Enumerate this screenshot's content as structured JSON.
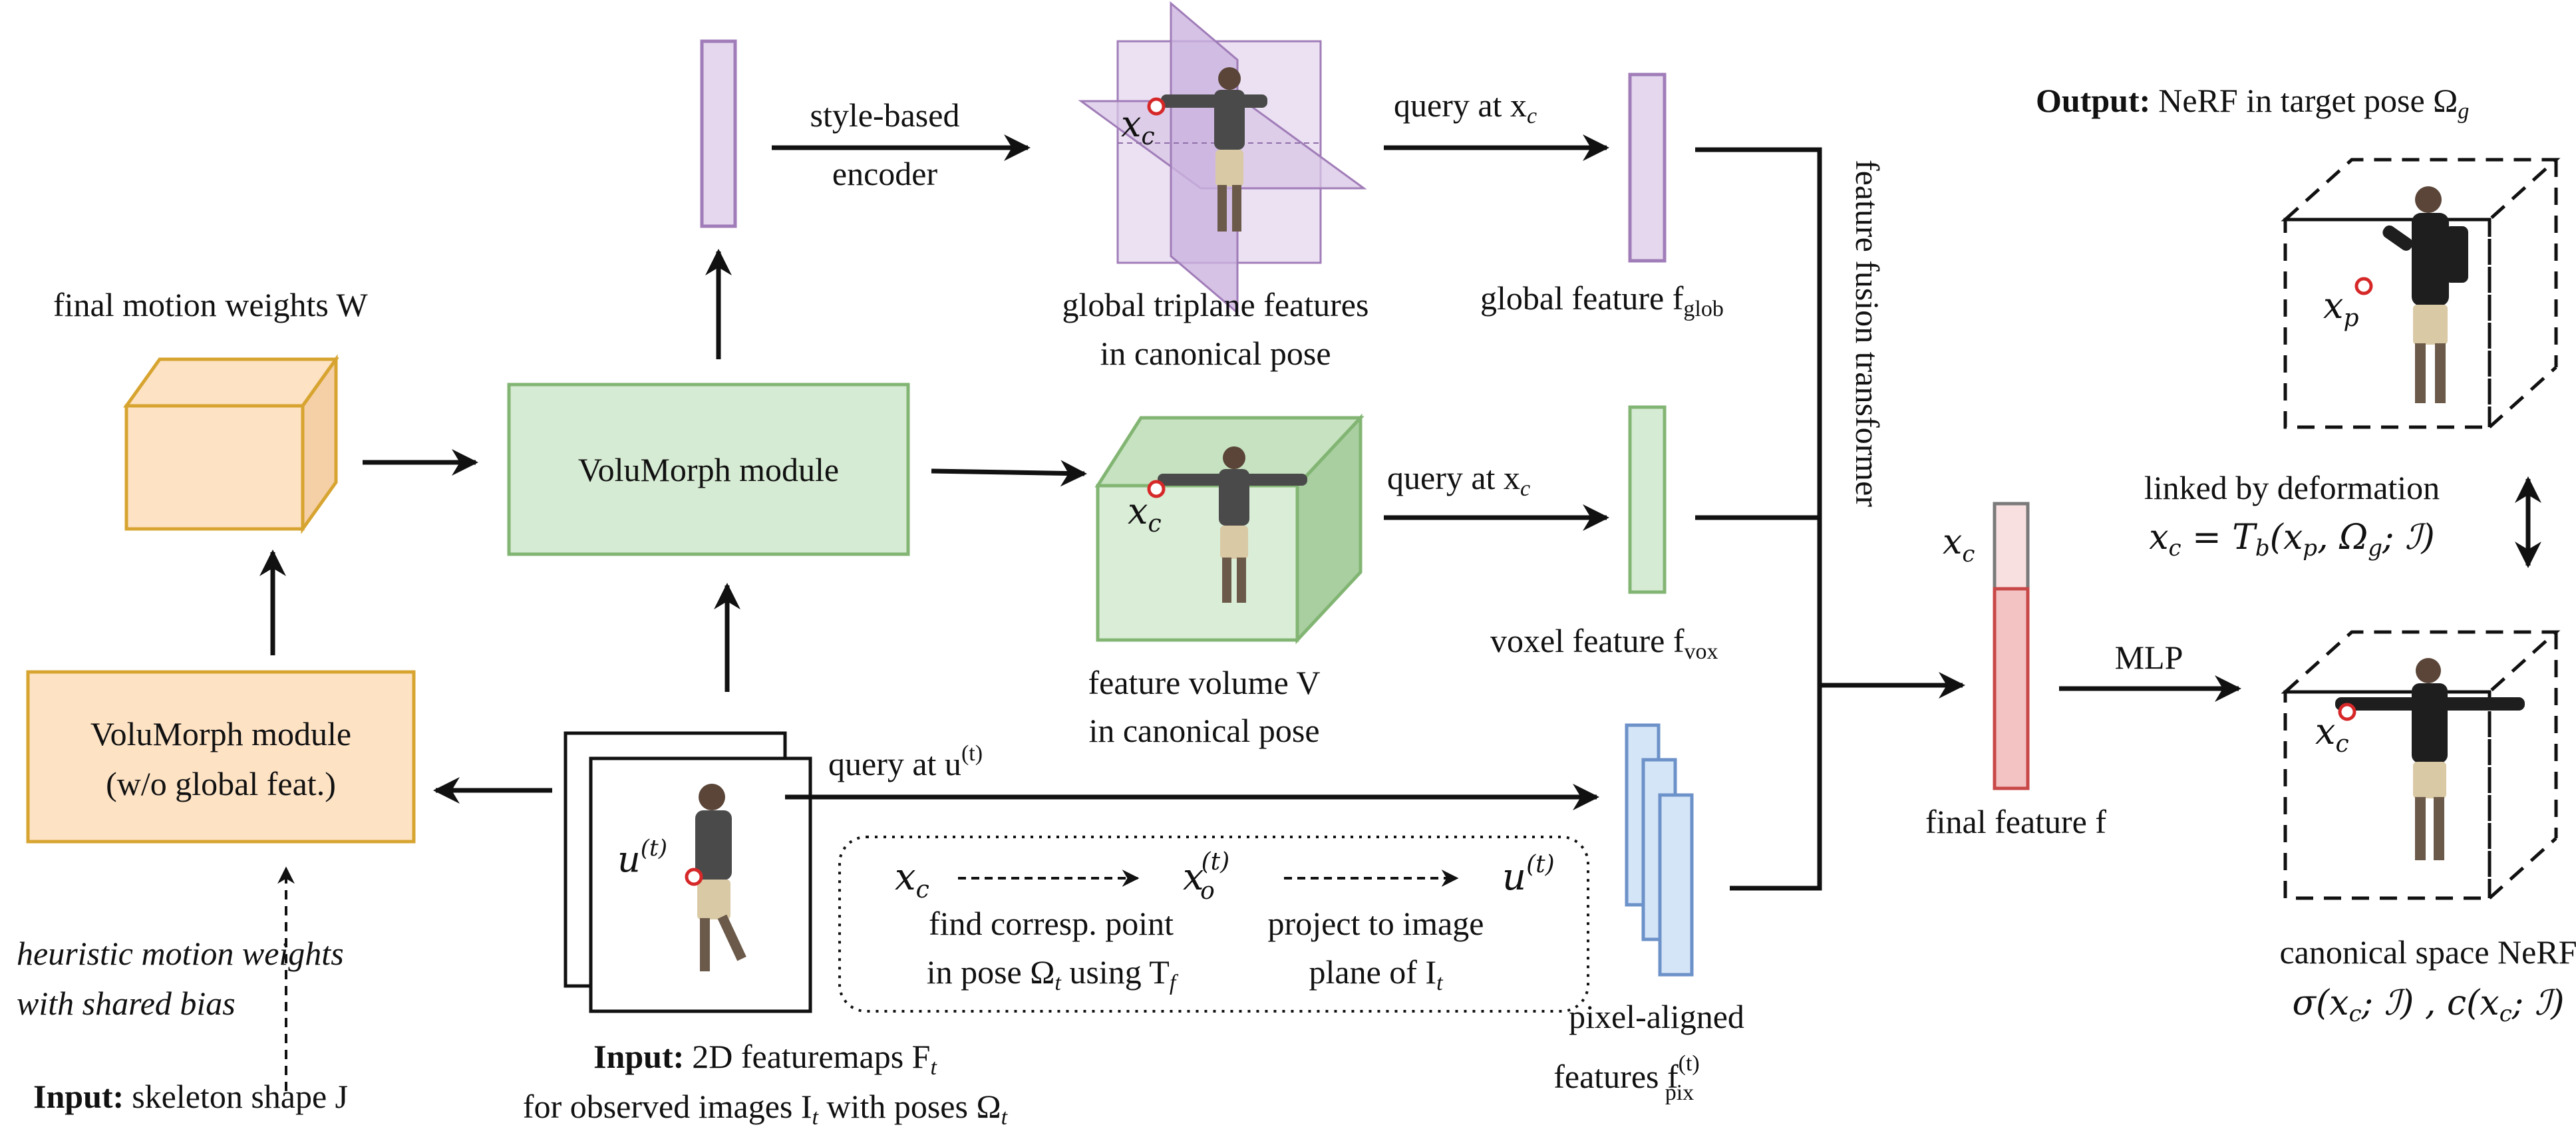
{
  "output": {
    "label_bold": "Output:",
    "label_rest": "NeRF in target pose Ω",
    "label_sub": "g"
  },
  "input_skeleton": {
    "label_bold": "Input:",
    "label_rest": "skeleton shape J"
  },
  "input_images": {
    "line1_bold": "Input:",
    "line1_rest": "2D featuremaps F",
    "line1_sub": "t",
    "line2": "for observed images I",
    "line2_sub": "t",
    "line2_rest": " with poses Ω",
    "line2_sub2": "t"
  },
  "motion_weights": {
    "label": "final motion weights W"
  },
  "volumorph_left": {
    "line1": "VoluMorph module",
    "line2": "(w/o global feat.)"
  },
  "volumorph_center": {
    "label": "VoluMorph module"
  },
  "heuristic": {
    "line1": "heuristic motion weights",
    "line2": "with shared bias"
  },
  "style_encoder": {
    "line1": "style-based",
    "line2": "encoder"
  },
  "triplane": {
    "line1": "global triplane features",
    "line2": "in canonical pose"
  },
  "feature_volume": {
    "line1": "feature volume V",
    "line2": "in canonical pose"
  },
  "query_glob": {
    "label": "query at x",
    "sub": "c"
  },
  "query_vox": {
    "label": "query at x",
    "sub": "c"
  },
  "query_pix": {
    "label": "query at u",
    "sup": "(t)"
  },
  "global_feature": {
    "label": "global feature f",
    "sub": "glob"
  },
  "voxel_feature": {
    "label": "voxel feature f",
    "sub": "vox"
  },
  "pixel_features": {
    "line1": "pixel-aligned",
    "line2": "features f",
    "sub": "pix",
    "sup": "(t)"
  },
  "fusion": {
    "label": "feature fusion transformer"
  },
  "final_feature": {
    "label": "final feature f",
    "xc": "x",
    "xc_sub": "c"
  },
  "mlp": {
    "label": "MLP"
  },
  "linked": {
    "line1": "linked by deformation",
    "line2": "x",
    "line2_sub": "c",
    "line2_rest": " = T",
    "line2_sub2": "b",
    "line2_rest2": "(x",
    "line2_sub3": "p",
    "line2_rest3": ", Ω",
    "line2_sub4": "g",
    "line2_rest4": "; ℐ)"
  },
  "canonical_nerf": {
    "line1": "canonical space NeRF",
    "line2": "σ(x",
    "line2_sub": "c",
    "line2_rest": "; ℐ) , c(x",
    "line2_sub2": "c",
    "line2_rest2": "; ℐ)"
  },
  "correspondence": {
    "xc": "x",
    "xc_sub": "c",
    "xo": "x",
    "xo_sub": "o",
    "xo_sup": "(t)",
    "u": "u",
    "u_sup": "(t)",
    "step1_line1": "find corresp. point",
    "step1_line2": "in pose Ω",
    "step1_sub": "t",
    "step1_rest": " using T",
    "step1_sub2": "f",
    "step2_line1": "project to image",
    "step2_line2": "plane of I",
    "step2_sub": "t"
  },
  "point_labels": {
    "triplane_xc": "x",
    "triplane_xc_sub": "c",
    "volume_xc": "x",
    "volume_xc_sub": "c",
    "image_u": "u",
    "image_u_sup": "(t)",
    "output_xp": "x",
    "output_xp_sub": "p",
    "canonical_xc": "x",
    "canonical_xc_sub": "c"
  },
  "colors": {
    "purple_fill": "#e4d7ee",
    "purple_stroke": "#a07cb8",
    "green_fill": "#d6ebd3",
    "green_stroke": "#82b573",
    "orange_fill": "#fde2c4",
    "orange_stroke": "#d7a430",
    "blue_fill": "#d5e5f8",
    "blue_stroke": "#6c92c9",
    "red_fill": "#f3c3c3",
    "red_stroke": "#c84848",
    "gray_stroke": "#555555"
  }
}
